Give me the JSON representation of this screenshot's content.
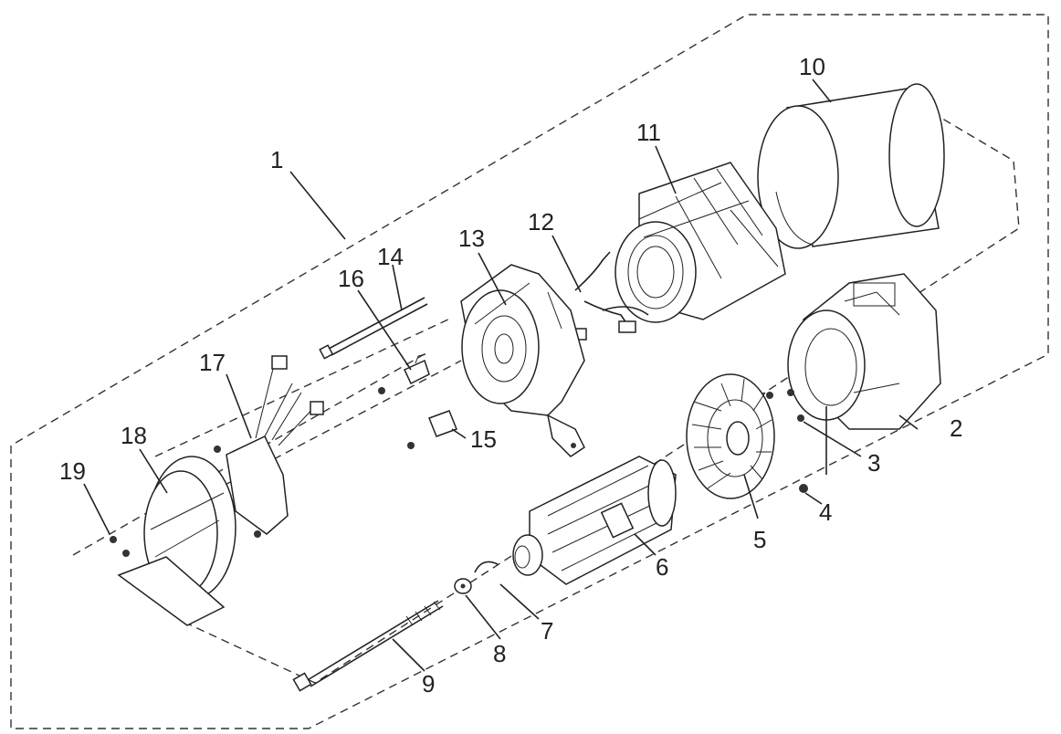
{
  "diagram": {
    "type": "exploded-parts-view",
    "callouts": [
      {
        "num": "1"
      },
      {
        "num": "2"
      },
      {
        "num": "3"
      },
      {
        "num": "4"
      },
      {
        "num": "5"
      },
      {
        "num": "6"
      },
      {
        "num": "7"
      },
      {
        "num": "8"
      },
      {
        "num": "9"
      },
      {
        "num": "10"
      },
      {
        "num": "11"
      },
      {
        "num": "12"
      },
      {
        "num": "13"
      },
      {
        "num": "14"
      },
      {
        "num": "15"
      },
      {
        "num": "16"
      },
      {
        "num": "17"
      },
      {
        "num": "18"
      },
      {
        "num": "19"
      }
    ],
    "parts": [
      {
        "id": "1",
        "icon": "assembly-boundary-icon"
      },
      {
        "id": "2",
        "icon": "rear-housing-icon"
      },
      {
        "id": "3",
        "icon": "screw-icon"
      },
      {
        "id": "4",
        "icon": "bolt-icon"
      },
      {
        "id": "5",
        "icon": "cooling-fan-icon"
      },
      {
        "id": "6",
        "icon": "rotor-icon"
      },
      {
        "id": "7",
        "icon": "snap-ring-icon"
      },
      {
        "id": "8",
        "icon": "washer-icon"
      },
      {
        "id": "9",
        "icon": "through-bolt-icon"
      },
      {
        "id": "10",
        "icon": "cover-band-icon"
      },
      {
        "id": "11",
        "icon": "stator-icon"
      },
      {
        "id": "12",
        "icon": "wiring-harness-icon"
      },
      {
        "id": "13",
        "icon": "front-bracket-icon"
      },
      {
        "id": "14",
        "icon": "long-bolt-icon"
      },
      {
        "id": "15",
        "icon": "diode-icon"
      },
      {
        "id": "16",
        "icon": "brush-holder-icon"
      },
      {
        "id": "17",
        "icon": "avr-regulator-icon"
      },
      {
        "id": "18",
        "icon": "end-cover-icon"
      },
      {
        "id": "19",
        "icon": "screw-icon"
      }
    ]
  }
}
